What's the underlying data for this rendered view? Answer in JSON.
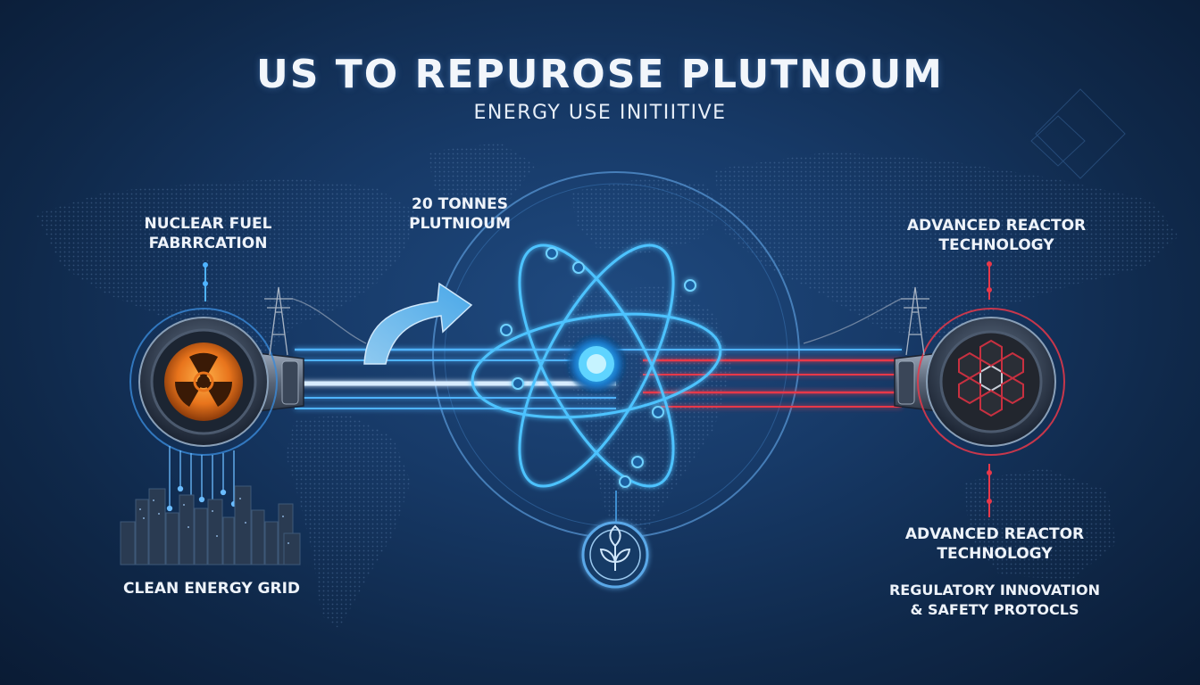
{
  "header": {
    "title": "US TO REPUROSE PLUTNOUM",
    "subtitle": "ENERGY USE INITIITIVE"
  },
  "labels": {
    "fuel_fabrication": [
      "NUCLEAR FUEL",
      "FABRRCATION"
    ],
    "plutonium_amount": [
      "20 TONNES",
      "PLUTNIOUM"
    ],
    "reactor_top": [
      "ADVANCED REACTOR",
      "TECHNOLOGY"
    ],
    "reactor_bottom": [
      "ADVANCED REACTOR",
      "TECHNOLOGY"
    ],
    "clean_grid": "CLEAN ENERGY GRID",
    "regulatory": [
      "REGULATORY INNOVATION",
      "& SAFETY PROTOCLS"
    ]
  },
  "icons": {
    "left_node": "radiation-icon",
    "center": "atom-icon",
    "right_node": "hexagon-reactor-icon",
    "bottom": "leaf-icon",
    "arrow": "curved-arrow-icon",
    "towers": "power-tower-icon",
    "city": "city-skyline-icon"
  },
  "colors": {
    "background": "#173a68",
    "glow_blue": "#4fc3ff",
    "accent_red": "#e8384a",
    "accent_orange": "#f08a1c"
  }
}
